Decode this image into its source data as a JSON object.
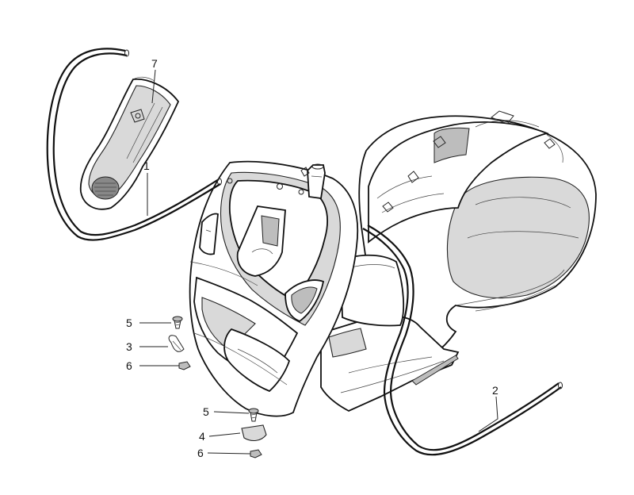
{
  "labels": {
    "p1": "1",
    "p2": "2",
    "p3": "3",
    "p4": "4",
    "p5a": "5",
    "p5b": "5",
    "p6a": "6",
    "p6b": "6",
    "p7": "7"
  },
  "colors": {
    "line": "#111111",
    "shade": "#d9d9d9",
    "background": "#ffffff"
  }
}
